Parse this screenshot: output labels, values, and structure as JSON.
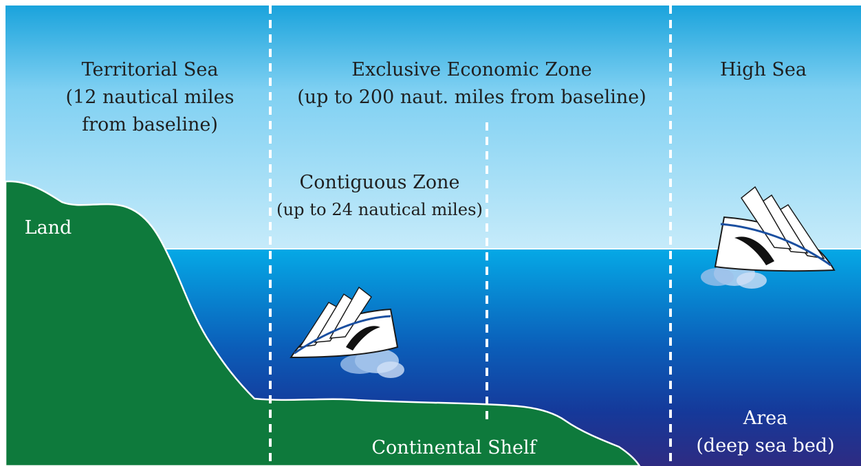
{
  "zones": {
    "territorial_sea": {
      "line1": "Territorial Sea",
      "line2": "(12 nautical miles",
      "line3": "from baseline)"
    },
    "eez": {
      "line1": "Exclusive Economic Zone",
      "line2": "(up to 200 naut. miles from baseline)"
    },
    "high_sea": {
      "line1": "High Sea"
    },
    "contiguous_zone": {
      "line1": "Contiguous Zone",
      "line2": "(up to 24 nautical miles)"
    },
    "land": {
      "label": "Land"
    },
    "continental_shelf": {
      "label": "Continental Shelf"
    },
    "area": {
      "line1": "Area",
      "line2": "(deep sea bed)"
    }
  },
  "colors": {
    "sky_top": "#1aa3dc",
    "sky_bottom": "#bfe8f8",
    "sea_top": "#05a6e3",
    "sea_mid": "#0b4fae",
    "sea_bottom": "#2c2f86",
    "land": "#0e7a3c",
    "boundary_line": "#ffffff"
  },
  "icons": [
    "cruise-ship-icon",
    "cruise-ship-icon"
  ]
}
